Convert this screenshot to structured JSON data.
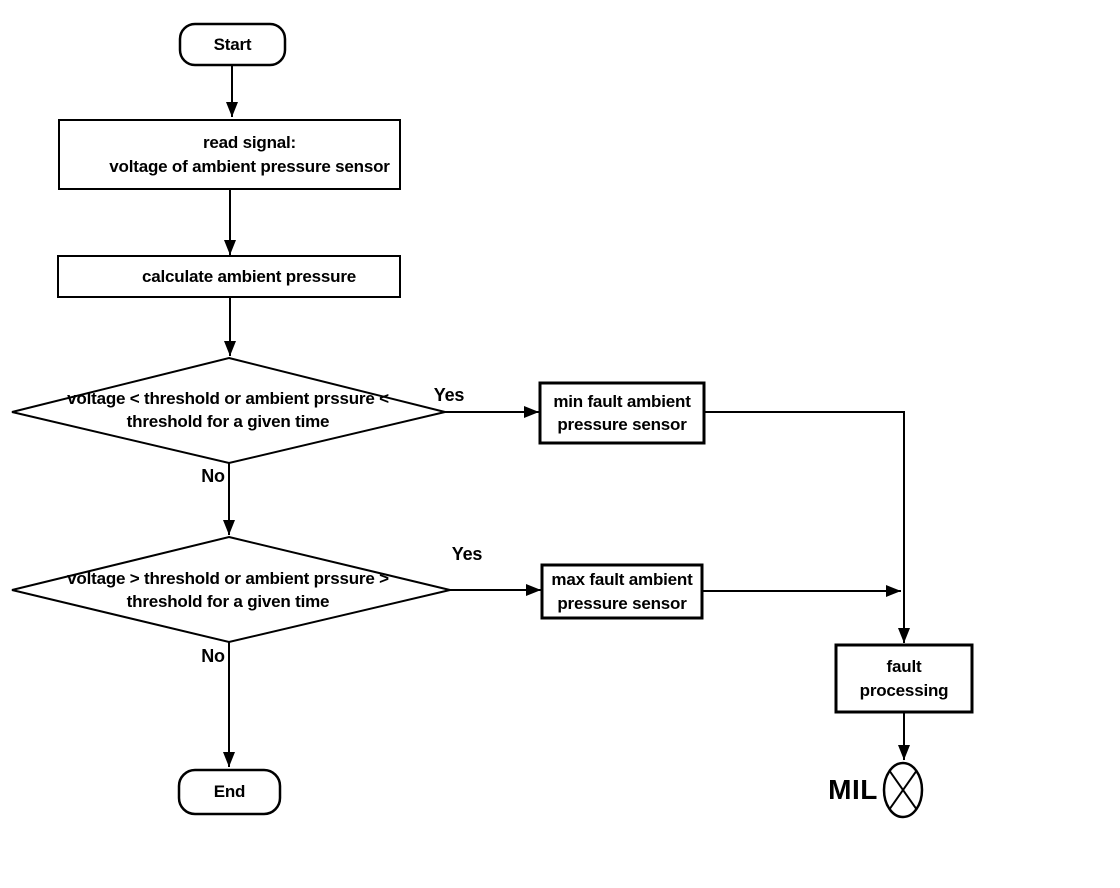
{
  "flowchart": {
    "background_color": "#ffffff",
    "stroke_color": "#000000",
    "nodes": {
      "start": {
        "label": "Start"
      },
      "read_signal": {
        "label": "read signal:\nvoltage of ambient pressure sensor"
      },
      "calculate_pressure": {
        "label": "calculate ambient pressure"
      },
      "min_decision": {
        "label": "voltage < threshold or ambient prssure <\nthreshold for a given time"
      },
      "min_fault": {
        "label": "min fault ambient\npressure sensor"
      },
      "max_decision": {
        "label": "voltage > threshold or ambient prssure >\nthreshold for a given time"
      },
      "max_fault": {
        "label": "max fault ambient\npressure sensor"
      },
      "fault_processing": {
        "label": "fault\nprocessing"
      },
      "end": {
        "label": "End"
      },
      "mil": {
        "label": "MIL"
      }
    },
    "edge_labels": {
      "min_yes": "Yes",
      "min_no": "No",
      "max_yes": "Yes",
      "max_no": "No"
    }
  }
}
